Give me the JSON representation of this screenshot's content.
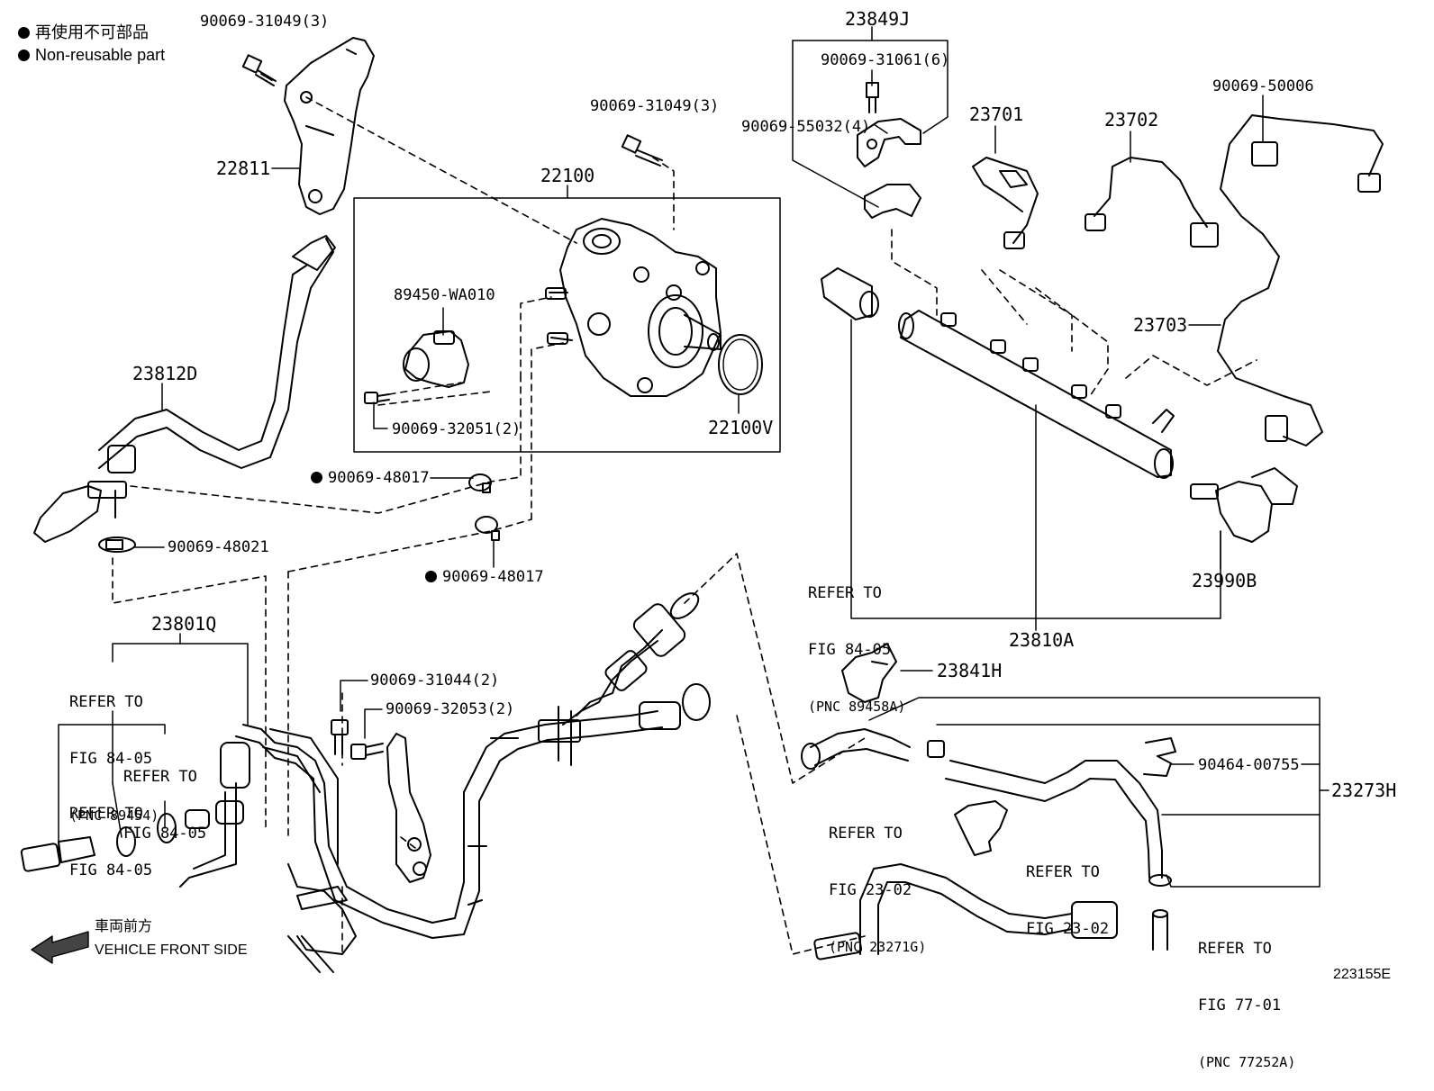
{
  "legend": {
    "jp": "再使用不可部品",
    "en": "Non-reusable part"
  },
  "direction": {
    "jp": "車両前方",
    "en": "VEHICLE FRONT SIDE"
  },
  "figure_id": "223155E",
  "parts": {
    "p_90069_31049_a": "90069-31049(3)",
    "p_90069_31049_b": "90069-31049(3)",
    "p_22811": "22811",
    "p_22100": "22100",
    "p_89450": "89450-WA010",
    "p_90069_32051": "90069-32051(2)",
    "p_22100V": "22100V",
    "p_23812D": "23812D",
    "p_90069_48017_a": "90069-48017",
    "p_90069_48017_b": "90069-48017",
    "p_90069_48021": "90069-48021",
    "p_23801Q": "23801Q",
    "p_90069_31044": "90069-31044(2)",
    "p_90069_32053": "90069-32053(2)",
    "p_23849J": "23849J",
    "p_90069_31061": "90069-31061(6)",
    "p_90069_55032": "90069-55032(4)",
    "p_23701": "23701",
    "p_23702": "23702",
    "p_90069_50006": "90069-50006",
    "p_23703": "23703",
    "p_23990B": "23990B",
    "p_23810A": "23810A",
    "p_23841H": "23841H",
    "p_90464_00755": "90464-00755",
    "p_23273H": "23273H"
  },
  "refs": {
    "r1": {
      "a": "REFER TO",
      "b": "FIG 84-05",
      "c": "(PNC 89458A)"
    },
    "r2": {
      "a": "REFER TO",
      "b": "FIG 84-05",
      "c": "(PNC 89454)"
    },
    "r3": {
      "a": "REFER TO",
      "b": "FIG 84-05"
    },
    "r4": {
      "a": "REFER TO",
      "b": "FIG 84-05"
    },
    "r5": {
      "a": "REFER TO",
      "b": "FIG 23-02",
      "c": "(PNC 23271G)"
    },
    "r6": {
      "a": "REFER TO",
      "b": "FIG 23-02"
    },
    "r7": {
      "a": "REFER TO",
      "b": "FIG 77-01",
      "c": "(PNC 77252A)"
    }
  }
}
